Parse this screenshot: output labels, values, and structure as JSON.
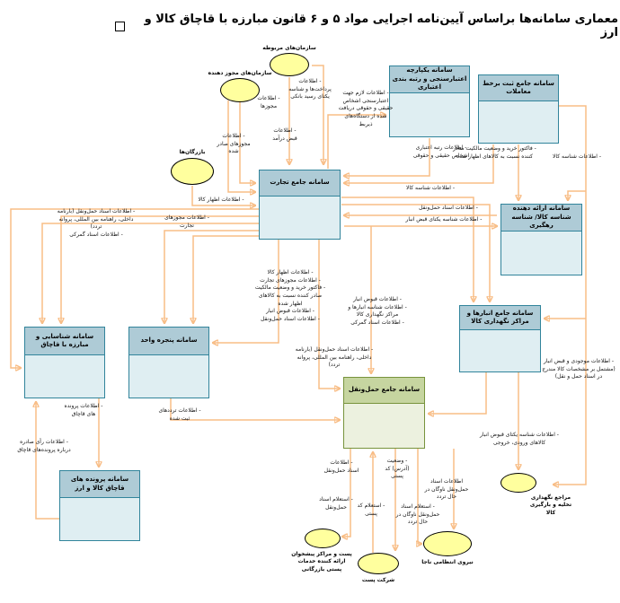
{
  "title": {
    "bullet_icon": "square-outline-icon",
    "text": "معماری سامانه‌ها براساس آیین‌نامه اجرایی مواد ۵ و ۶ قانون مبارزه با قاچاق کالا و ارز"
  },
  "colors": {
    "box_border": "#31849b",
    "box_header": "#aecbd6",
    "box_body": "#dfeef2",
    "transport_header": "#c6d5a0",
    "transport_body": "#ecf1df",
    "actor_fill": "#ffff9e",
    "connector": "#f8bd86",
    "arrowhead": "#e8873a"
  },
  "systems": [
    {
      "id": "trade",
      "label": "سامانه جامع تجارت"
    },
    {
      "id": "credit",
      "label": "سامانه یکپارچه اعتبارسنجی و رتبه بندی اعتباری"
    },
    {
      "id": "online_transactions",
      "label": "سامانه جامع ثبت برخط معاملات"
    },
    {
      "id": "goods_id",
      "label": "سامانه ارائه دهنده شناسه کالا/ شناسه رهگیری"
    },
    {
      "id": "warehouses",
      "label": "سامانه جامع انبارها و مراکز نگهداری کالا"
    },
    {
      "id": "anti_smuggling",
      "label": "سامانه شناسایی و مبارزه با قاچاق"
    },
    {
      "id": "single_window",
      "label": "سامانه پنجره واحد"
    },
    {
      "id": "smuggling_cases",
      "label": "سامانه پرونده های قاچاق کالا و ارز"
    },
    {
      "id": "transport",
      "label": "سامانه جامع حمل‌ونقل"
    }
  ],
  "actors": [
    {
      "id": "related_orgs",
      "label": "سازمان‌های مربوطه"
    },
    {
      "id": "licensing_orgs",
      "label": "سازمان‌های مجوز دهنده"
    },
    {
      "id": "merchants",
      "label": "بازرگان‌ها"
    },
    {
      "id": "storage_refs",
      "label": "مراجع نگهداری تخلیه و بارگیری کالا"
    },
    {
      "id": "post_centers",
      "label": "پست و مراکز پیشخوان ارائه کننده خدمات پستی بازرگانی"
    },
    {
      "id": "post_company",
      "label": "شرکت پست"
    },
    {
      "id": "police",
      "label": "نیروی انتظامی ناجا"
    }
  ],
  "edge_labels": [
    {
      "id": "payments",
      "text": "- اطلاعات پرداخت‌ها و شناسه یکتای رسید بانکی"
    },
    {
      "id": "licenses",
      "text": "- اطلاعات مجوزها"
    },
    {
      "id": "issued_licenses",
      "text": "- اطلاعات مجوزهای صادر شده"
    },
    {
      "id": "income_receipt",
      "text": "- اطلاعات قبض درآمد"
    },
    {
      "id": "validation_info",
      "text": "- اطلاعات لازم جهت اعتبارسنجی اشخاص حقیقی و حقوقی دریافت شده از دستگاه‌های ذیربط"
    },
    {
      "id": "credit_rating",
      "text": "- اطلاعات رتبه اعتباری اشخاص حقیقی و حقوقی"
    },
    {
      "id": "invoice_ownership",
      "text": "- فاکتور خرید و وضعیت مالکیت صادر کننده نسبت به کالاهای اظهار شده"
    },
    {
      "id": "goods_id_topright",
      "text": "- اطلاعات شناسه کالا"
    },
    {
      "id": "goods_declaration",
      "text": "- اطلاعات اظهار کالا"
    },
    {
      "id": "trade_licenses",
      "text": "- اطلاعات مجوزهای تجارت"
    },
    {
      "id": "transport_docs_left",
      "text": "- اطلاعات اسناد حمل‌ونقل (بارنامه داخلی، راهنامه بین المللی، پروانه تردد)\n- اطلاعات اسناد گمرکی"
    },
    {
      "id": "goods_id_right",
      "text": "- اطلاعات شناسه کالا"
    },
    {
      "id": "transport_docs_right",
      "text": "- اطلاعات اسناد حمل‌ونقل"
    },
    {
      "id": "unique_receipt_right",
      "text": "- اطلاعات شناسه یکتای قبض انبار"
    },
    {
      "id": "center_column",
      "text": "- اطلاعات اظهار کالا\n- اطلاعات مجوزهای تجارت\n- فاکتور خرید و وضعیت مالکیت صادر کننده نسبت به کالاهای اظهار شده\n- اطلاعات قبوض انبار\n- اطلاعات اسناد حمل‌ونقل"
    },
    {
      "id": "right_column",
      "text": "- اطلاعات قبوض انبار\n- اطلاعات شناسه انبارها و مراکز نگهداری کالا\n- اطلاعات اسناد گمرکی"
    },
    {
      "id": "transport_docs_mid",
      "text": "- اطلاعات اسناد حمل‌ونقل (بارنامه داخلی، راهنامه بین المللی، پروانه تردد)"
    },
    {
      "id": "smuggling_files",
      "text": "- اطلاعات پرونده های قاچاق"
    },
    {
      "id": "verdict_info",
      "text": "- اطلاعات رأی صادره درباره پرونده‌های قاچاق"
    },
    {
      "id": "registered_traffic",
      "text": "- اطلاعات ترددهای ثبت شده"
    },
    {
      "id": "inventory_receipt",
      "text": "- اطلاعات موجودی و قبض انبار (مشتمل بر مشخصات کالا مندرج در اسناد حمل و نقل)"
    },
    {
      "id": "unique_wh_receipts",
      "text": "- اطلاعات شناسه یکتای قبوض انبار کالاهای ورودی، خروجی"
    },
    {
      "id": "transport_docs_bottom",
      "text": "- اطلاعات اسناد حمل‌ونقل"
    },
    {
      "id": "transport_docs_inquiry",
      "text": "- استعلام اسناد حمل‌ونقل"
    },
    {
      "id": "postal_code_status",
      "text": "- وضعیت (آدرس) کد پستی"
    },
    {
      "id": "postal_code_inquiry",
      "text": "- استعلام کد پستی"
    },
    {
      "id": "fleet_docs_info",
      "text": "اطلاعات اسناد حمل‌ونقل ناوگان در حال تردد"
    },
    {
      "id": "fleet_docs_inquiry",
      "text": "- استعلام اسناد حمل‌ونقل ناوگان در حال تردد"
    }
  ]
}
